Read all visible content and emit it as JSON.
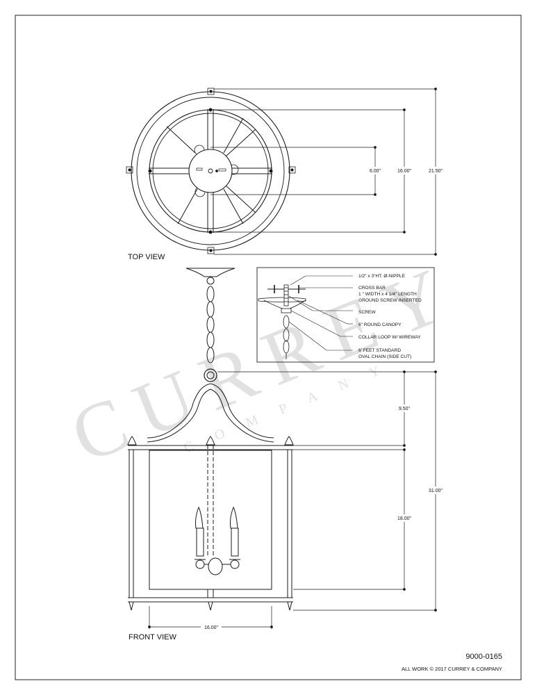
{
  "top_view": {
    "label": "TOP VIEW",
    "dimensions": [
      "6.00\"",
      "16.00\"",
      "21.50\""
    ]
  },
  "front_view": {
    "label": "FRONT VIEW",
    "dimensions": {
      "top_section_height": "9.50\"",
      "overall_height": "31.00\"",
      "body_height": "18.00\"",
      "width": "16.00\""
    }
  },
  "canopy_detail": {
    "callouts": [
      "1/2\" x 3\"HT. Ø-NIPPLE",
      "CROSS BAR",
      "1 \" WIDTH x 4 1/4\" LENGTH",
      "GROUND SCREW INSERTED",
      "SCREW",
      "6\" ROUND CANOPY",
      "COLLAR LOOP W/ WIREWAY",
      "6' FEET STANDARD",
      "OVAL CHAIN (SIDE CUT)"
    ]
  },
  "watermark": {
    "word": "CURREY",
    "sub": "COMPANY"
  },
  "title_block": {
    "part_number": "9000-0165",
    "copyright": "ALL WORK © 2017 CURREY & COMPANY"
  }
}
